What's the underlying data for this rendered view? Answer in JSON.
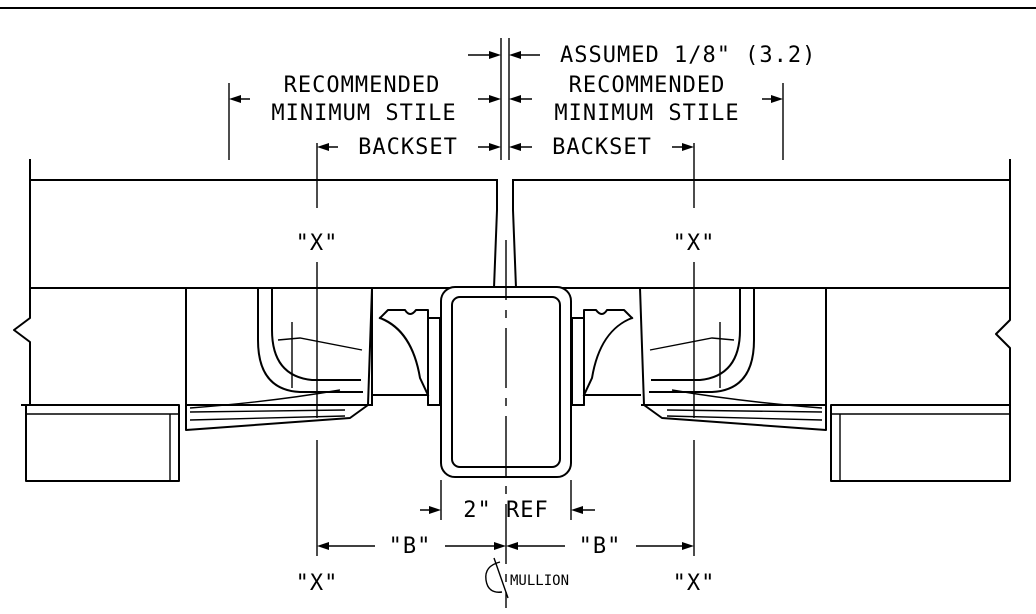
{
  "labels": {
    "assumed_gap": "ASSUMED 1/8\" (3.2)",
    "left_stile_line1": "RECOMMENDED",
    "left_stile_line2": "MINIMUM STILE",
    "left_backset": "BACKSET",
    "right_stile_line1": "RECOMMENDED",
    "right_stile_line2": "MINIMUM STILE",
    "right_backset": "BACKSET",
    "x_upper_left": "\"X\"",
    "x_upper_right": "\"X\"",
    "x_lower_left": "\"X\"",
    "x_lower_right": "\"X\"",
    "ref_dim": "2\" REF",
    "b_left": "\"B\"",
    "b_right": "\"B\"",
    "centerline_label": "MULLION"
  },
  "colors": {
    "line": "#000000",
    "background": "#ffffff"
  }
}
